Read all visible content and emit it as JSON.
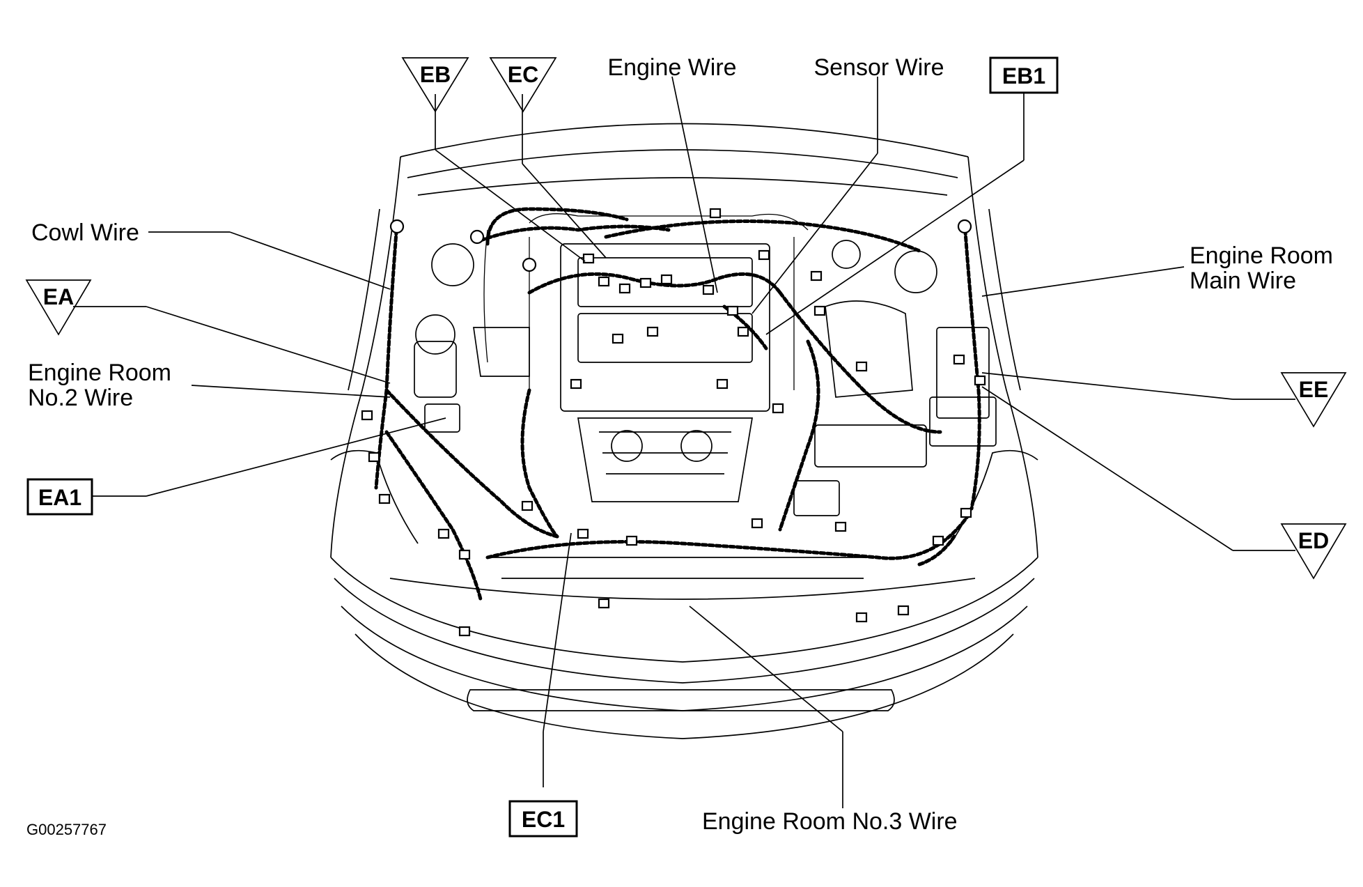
{
  "labels": {
    "engine_wire": "Engine Wire",
    "sensor_wire": "Sensor Wire",
    "cowl_wire": "Cowl Wire",
    "engine_room_main_wire_1": "Engine Room",
    "engine_room_main_wire_2": "Main Wire",
    "engine_room_no2_wire_1": "Engine Room",
    "engine_room_no2_wire_2": "No.2 Wire",
    "engine_room_no3_wire": "Engine Room No.3 Wire"
  },
  "connector_codes": {
    "triangle": {
      "eb": "EB",
      "ec": "EC",
      "ea": "EA",
      "ee": "EE",
      "ed": "ED"
    },
    "box": {
      "eb1": "EB1",
      "ea1": "EA1",
      "ec1": "EC1"
    }
  },
  "figure_ref": "G00257767",
  "colors": {
    "line": "#000000",
    "background": "#ffffff"
  }
}
